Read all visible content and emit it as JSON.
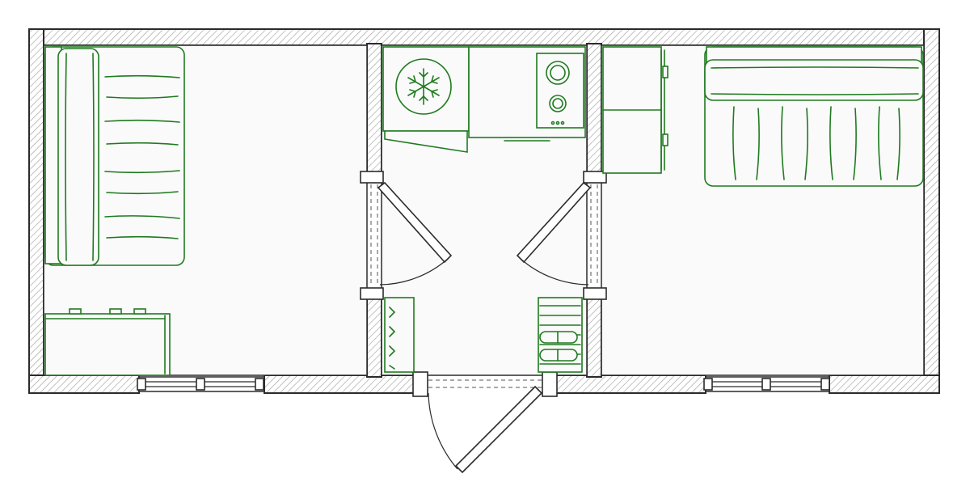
{
  "plan": {
    "rooms": [
      "bedroom-left",
      "entry-hall",
      "bedroom-right"
    ],
    "colors": {
      "wall": "#2b2b2b",
      "hatch": "#9a9a9a",
      "furniture": "#1f7a1f",
      "floor": "#fafafa"
    },
    "icons": {
      "fridge": "snowflake-icon",
      "stove": "burner-icon"
    }
  }
}
